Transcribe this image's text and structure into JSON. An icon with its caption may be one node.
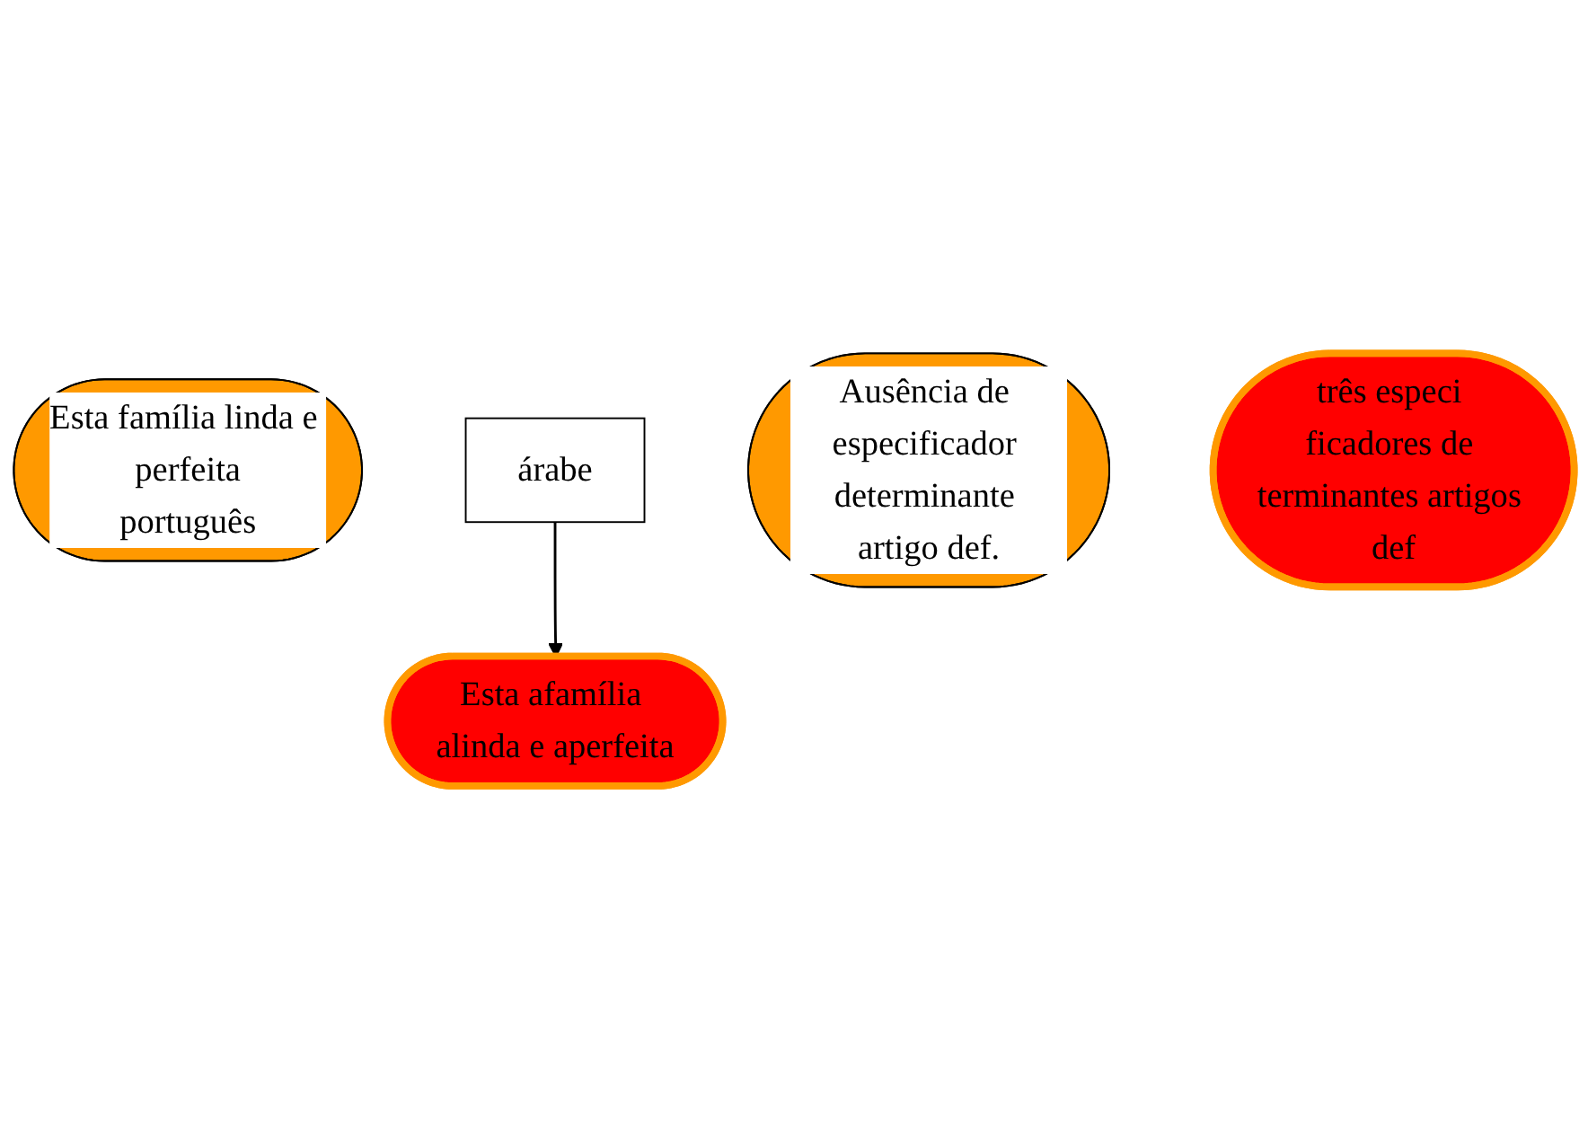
{
  "diagram": {
    "nodes": [
      {
        "text": [
          "Esta família linda e perfeita",
          "português"
        ]
      },
      {
        "text": [
          "árabe"
        ]
      },
      {
        "text": [
          "Esta afamília alinda e aperfeita"
        ]
      },
      {
        "text": [
          "Ausência de especificador determinante artigo def."
        ]
      },
      {
        "text": [
          "três especi ficadores de terminantes artigos def"
        ]
      }
    ],
    "edges": [
      {
        "from": 1,
        "to": 2,
        "arrow": "to"
      }
    ]
  }
}
